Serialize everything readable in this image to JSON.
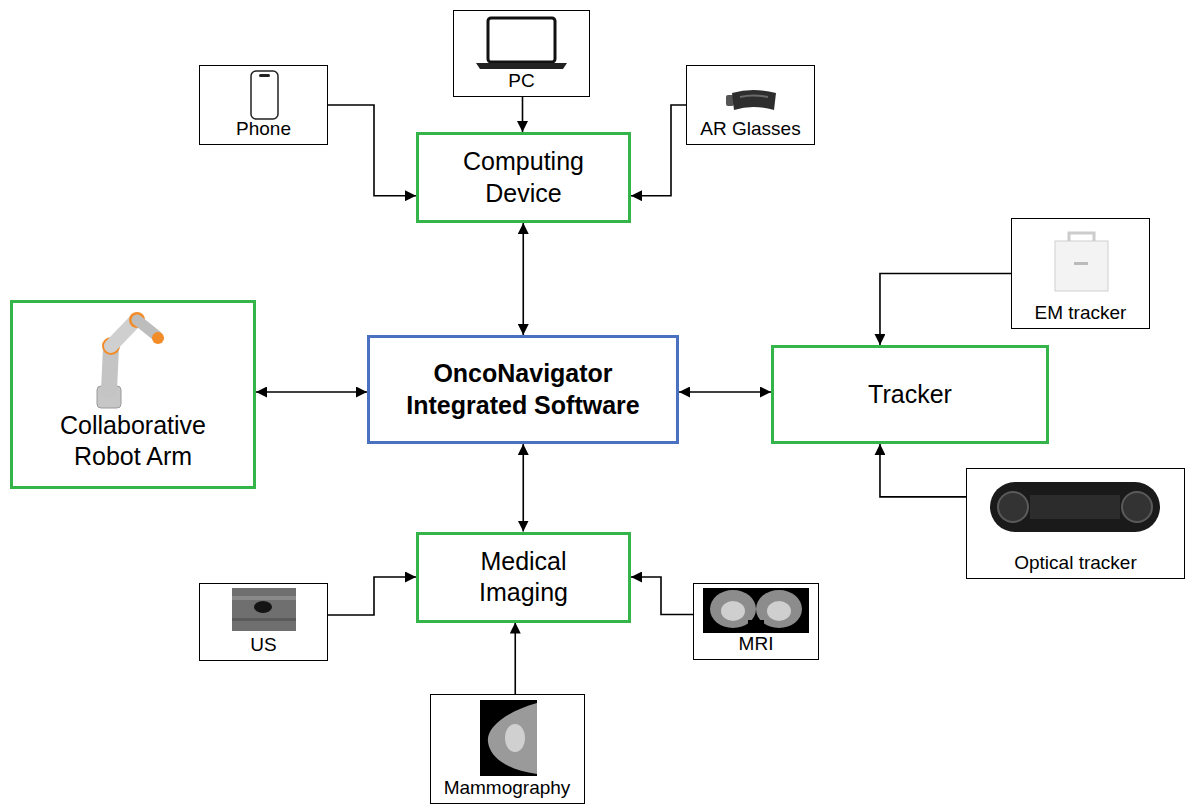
{
  "diagram": {
    "nodes": [
      {
        "text": [
          "Phone"
        ]
      },
      {
        "text": [
          "PC"
        ]
      },
      {
        "text": [
          "AR Glasses"
        ]
      },
      {
        "text": [
          "Computing Device"
        ]
      },
      {
        "text": [
          "EM tracker"
        ]
      },
      {
        "text": [
          "Collaborative Robot Arm"
        ]
      },
      {
        "text": [
          "OncoNavigator Integrated Software"
        ]
      },
      {
        "text": [
          "Tracker"
        ]
      },
      {
        "text": [
          "Optical tracker"
        ]
      },
      {
        "text": [
          "Medical Imaging"
        ]
      },
      {
        "text": [
          "US"
        ]
      },
      {
        "text": [
          "MRI"
        ]
      },
      {
        "text": [
          "Mammography"
        ]
      }
    ],
    "edges": [
      {
        "from": 0,
        "to": 3,
        "arrow": "to"
      },
      {
        "from": 1,
        "to": 3,
        "arrow": "to"
      },
      {
        "from": 2,
        "to": 3,
        "arrow": "to"
      },
      {
        "from": 3,
        "to": 6,
        "arrow": "both"
      },
      {
        "from": 5,
        "to": 6,
        "arrow": "both"
      },
      {
        "from": 6,
        "to": 7,
        "arrow": "both"
      },
      {
        "from": 4,
        "to": 7,
        "arrow": "to"
      },
      {
        "from": 8,
        "to": 7,
        "arrow": "to"
      },
      {
        "from": 6,
        "to": 9,
        "arrow": "both"
      },
      {
        "from": 10,
        "to": 9,
        "arrow": "to"
      },
      {
        "from": 11,
        "to": 9,
        "arrow": "to"
      },
      {
        "from": 12,
        "to": 9,
        "arrow": "to"
      }
    ]
  }
}
